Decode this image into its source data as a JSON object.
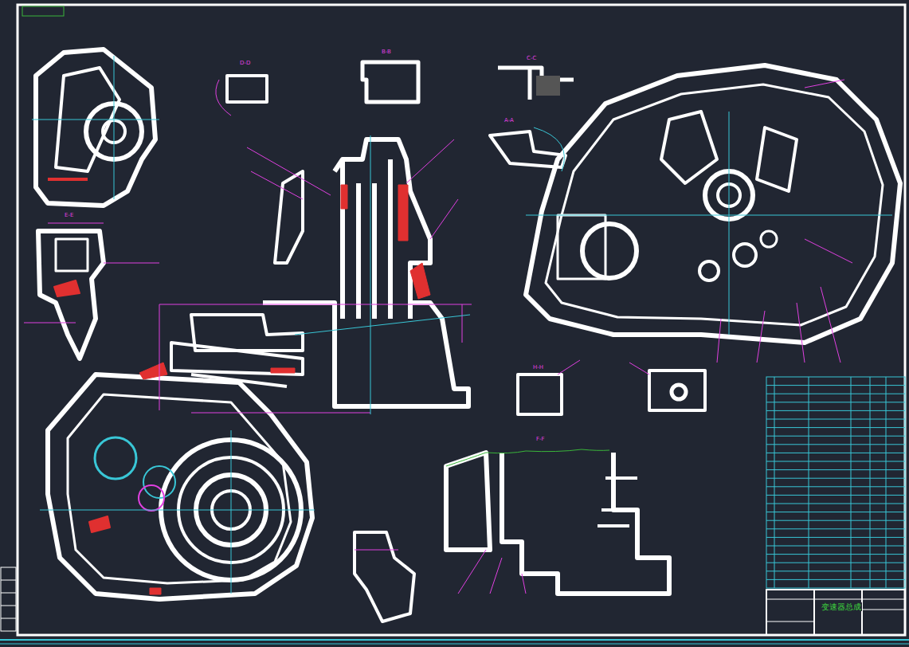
{
  "diagram": {
    "labels": [
      "变速器总成",
      "A-A",
      "B-B",
      "C-C",
      "D-D",
      "E-E",
      "F-F",
      "H-H"
    ]
  }
}
